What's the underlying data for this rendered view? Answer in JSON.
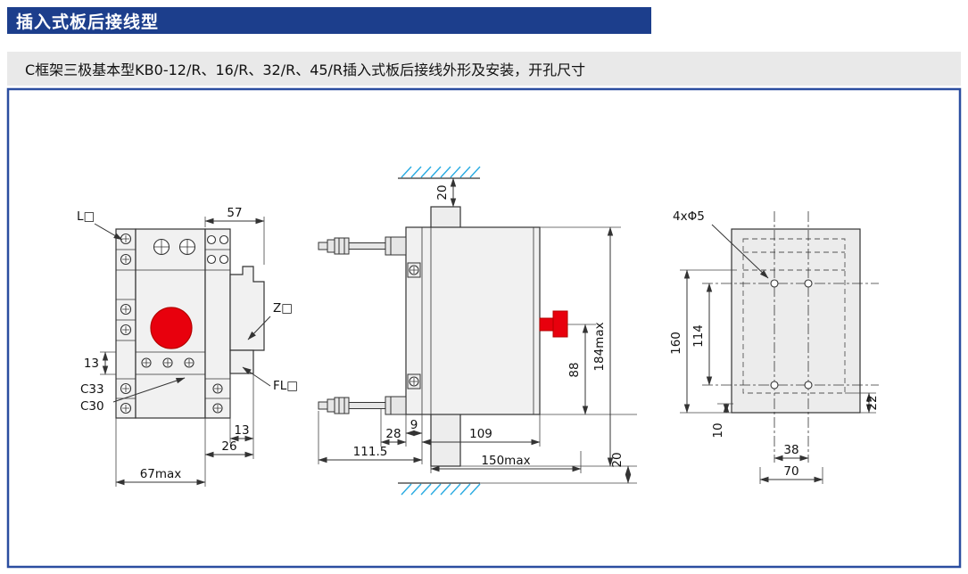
{
  "header": {
    "title": "插入式板后接线型"
  },
  "subtitle": {
    "text": "C框架三极基本型KB0-12/R、16/R、32/R、45/R插入式板后接线外形及安装，开孔尺寸"
  },
  "colors": {
    "header_bg": "#1c3e8c",
    "frame_border": "#2b4ea0",
    "hatch_blue": "#29abe2",
    "button_red": "#e8000d",
    "body_gray": "#f1f1f1"
  },
  "front_view": {
    "label_l": "L□",
    "dim_57": "57",
    "dim_13_side": "13",
    "label_c33": "C33",
    "label_c30": "C30",
    "label_z": "Z□",
    "label_fl": "FL□",
    "dim_13_bottom": "13",
    "dim_26": "26",
    "dim_67max": "67max"
  },
  "side_view": {
    "dim_gap_top": "20",
    "dim_184max": "184max",
    "dim_88": "88",
    "dim_9": "9",
    "dim_28": "28",
    "dim_109": "109",
    "dim_111_5": "111.5",
    "dim_150max": "150max",
    "dim_gap_bottom": "20"
  },
  "drill_view": {
    "label_holes": "4xΦ5",
    "dim_160": "160",
    "dim_114": "114",
    "dim_10": "10",
    "dim_22": "22",
    "dim_38": "38",
    "dim_70": "70"
  }
}
